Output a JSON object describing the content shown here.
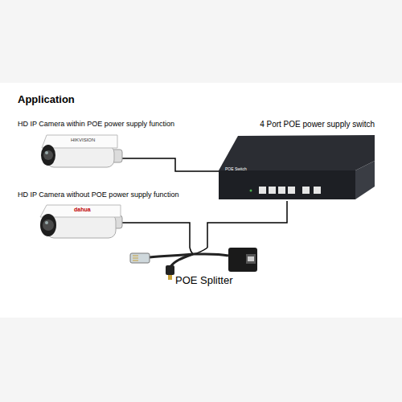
{
  "diagram": {
    "title": "Application",
    "nodes": [
      {
        "text": [
          "HD IP Camera within POE power supply function"
        ]
      },
      {
        "text": [
          "4 Port POE power supply switch"
        ]
      },
      {
        "text": [
          "HD IP Camera without POE power supply function"
        ]
      },
      {
        "text": [
          "POE Splitter"
        ]
      }
    ],
    "edges": [
      {
        "from": 0,
        "to": 1,
        "arrow": "none"
      },
      {
        "from": 2,
        "to": 3,
        "arrow": "none"
      },
      {
        "from": 3,
        "to": 1,
        "arrow": "none"
      }
    ],
    "labels": [
      "HIKVISION",
      "dahua",
      "POE Switch"
    ]
  }
}
